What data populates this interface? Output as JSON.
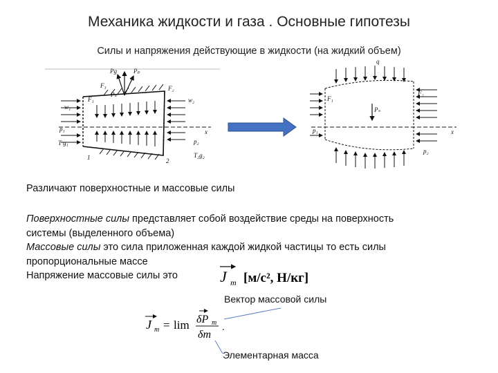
{
  "slide": {
    "title": "Механика жидкости и газа . Основные гипотезы",
    "subtitle": "Силы и напряжения действующие в жидкости (на жидкий объем)"
  },
  "diagram_left": {
    "labels": {
      "w1": "w₁",
      "w2": "w₂",
      "p1": "p₁",
      "T1": "T g₁",
      "p2": "p₂",
      "T2": "T₂g₂",
      "x": "x",
      "n1": "1",
      "n2": "2",
      "F1": "F₁",
      "F2": "F₂",
      "F3": "F₃",
      "Ps": "Pₛ",
      "Pg": "Pg",
      "Pp": "Pₚ"
    }
  },
  "diagram_right": {
    "labels": {
      "p1": "p₁",
      "p2": "p₂",
      "F1": "F₁",
      "F2": "F₂",
      "Ps": "Pₛ",
      "x": "x",
      "top": "q"
    }
  },
  "text": {
    "line1": "Различают поверхностные и массовые силы",
    "surface_term": "Поверхностные силы",
    "surface_rest": " представляет собой воздействие среды на поверхность",
    "surface_line2": "системы (выделенного объема)",
    "mass_term": "Массовые силы",
    "mass_rest": " это сила приложенная каждой жидкой частицы то есть силы",
    "mass_line2": "пропорциональные массе",
    "stress_label": "Напряжение массовые силы это"
  },
  "formulas": {
    "Jm": "J",
    "m_sub": "m",
    "units": "[м/с², Н/кг]",
    "lim": "lim",
    "numerator": "δP",
    "numerator_sub": "m",
    "denominator": "δm",
    "eq": "="
  },
  "annotations": {
    "vector_label": "Вектор массовой силы",
    "mass_label": "Элементарная масса"
  },
  "colors": {
    "arrow_fill": "#4472c4",
    "arrow_stroke": "#2f528f",
    "leader": "#5b7fbf"
  }
}
